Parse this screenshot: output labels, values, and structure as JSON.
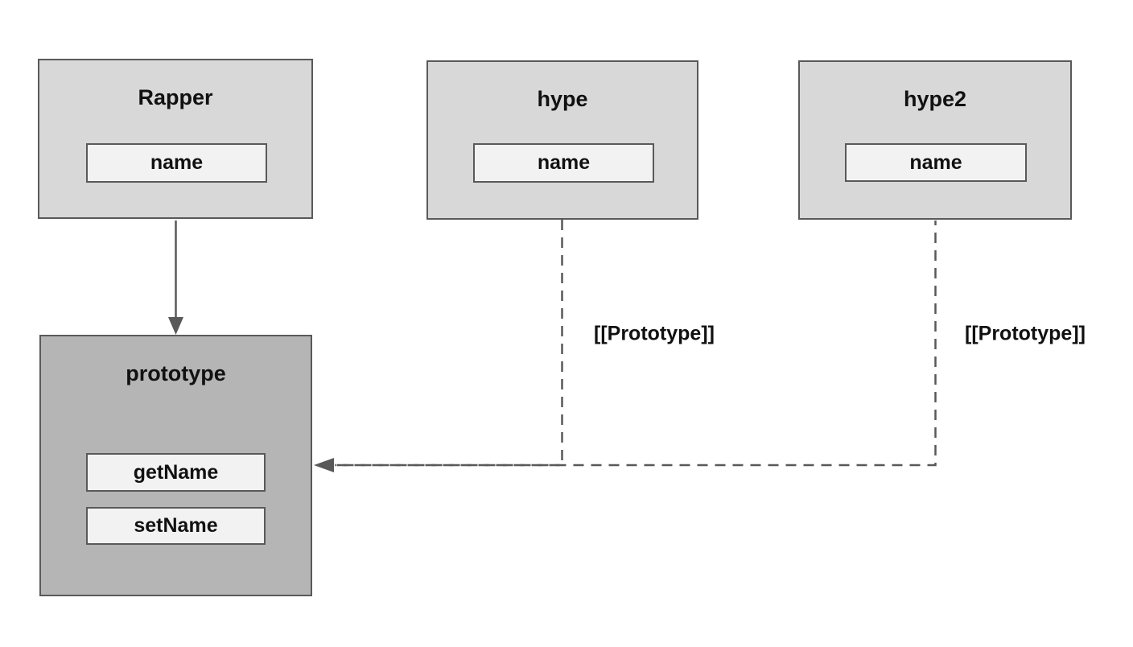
{
  "diagram": {
    "colors": {
      "background": "#ffffff",
      "node_fill": "#d8d8d8",
      "prototype_node_fill": "#b5b5b5",
      "member_fill": "#f2f2f2",
      "border": "#595959",
      "line": "#595959",
      "text": "#111111"
    },
    "nodes": {
      "rapper": {
        "title": "Rapper",
        "members": [
          "name"
        ]
      },
      "hype": {
        "title": "hype",
        "members": [
          "name"
        ]
      },
      "hype2": {
        "title": "hype2",
        "members": [
          "name"
        ]
      },
      "prototype": {
        "title": "prototype",
        "members": [
          "getName",
          "setName"
        ]
      }
    },
    "edges": {
      "rapper_to_prototype": {
        "from": "Rapper",
        "to": "prototype",
        "style": "solid-arrow",
        "label": ""
      },
      "hype_to_prototype": {
        "from": "hype",
        "to": "prototype",
        "style": "dashed-arrow",
        "label": "[[Prototype]]"
      },
      "hype2_to_prototype": {
        "from": "hype2",
        "to": "prototype",
        "style": "dashed-arrow",
        "label": "[[Prototype]]"
      }
    }
  }
}
